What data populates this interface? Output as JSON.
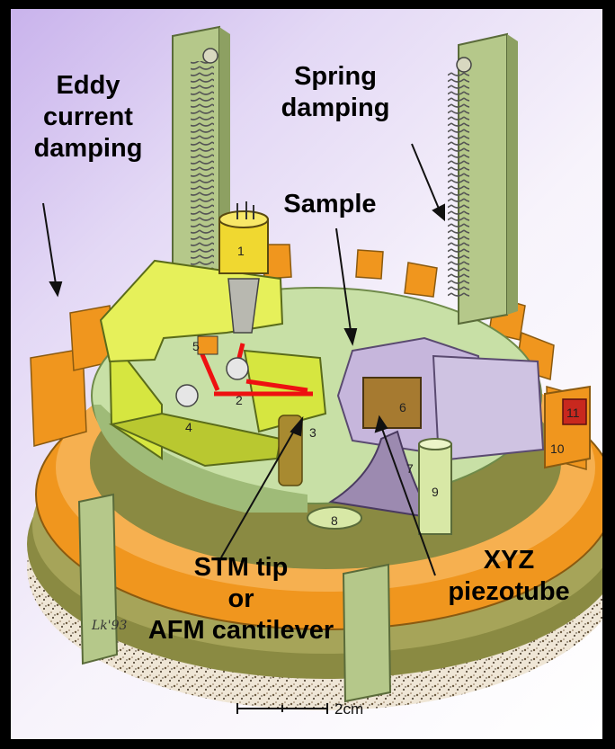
{
  "labels": {
    "eddy_line1": "Eddy",
    "eddy_line2": "current",
    "eddy_line3": "damping",
    "spring_line1": "Spring",
    "spring_line2": "damping",
    "sample": "Sample",
    "tip_line1": "STM tip",
    "tip_line2": "or",
    "tip_line3": "AFM cantilever",
    "piezo_line1": "XYZ",
    "piezo_line2": "piezotube"
  },
  "part_numbers": [
    "1",
    "2",
    "3",
    "4",
    "5",
    "6",
    "7",
    "8",
    "9",
    "10",
    "11"
  ],
  "scale_bar": "2cm",
  "signature": "Lk'93",
  "colors": {
    "orange": "#f0961e",
    "olive": "#8a8a42",
    "lime": "#d6e640",
    "pale_green": "#c8e0a6",
    "lavender": "#c6b6dc",
    "laser": "#ee1111"
  }
}
